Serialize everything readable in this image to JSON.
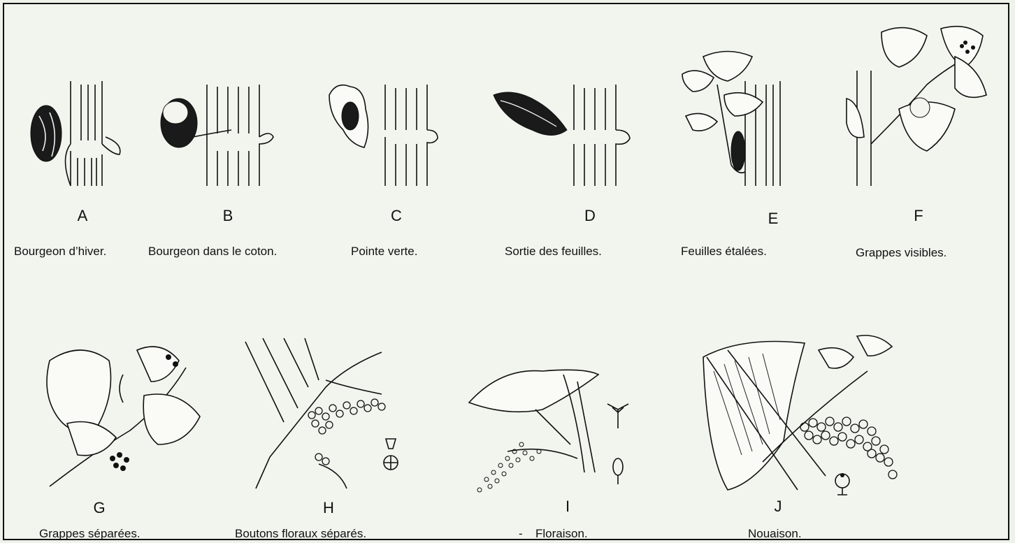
{
  "stages": [
    {
      "letter": "A",
      "caption": "Bourgeon d’hiver.",
      "drawing": "winter-bud"
    },
    {
      "letter": "B",
      "caption": "Bourgeon dans le coton.",
      "drawing": "woolly-bud"
    },
    {
      "letter": "C",
      "caption": "Pointe verte.",
      "drawing": "green-tip"
    },
    {
      "letter": "D",
      "caption": "Sortie des feuilles.",
      "drawing": "leaves-emerging"
    },
    {
      "letter": "E",
      "caption": "Feuilles étalées.",
      "drawing": "leaves-spread"
    },
    {
      "letter": "F",
      "caption": "Grappes visibles.",
      "drawing": "clusters-visible"
    },
    {
      "letter": "G",
      "caption": "Grappes séparées.",
      "drawing": "clusters-separated"
    },
    {
      "letter": "H",
      "caption": "Boutons floraux séparés.",
      "drawing": "flower-buds-separated"
    },
    {
      "letter": "I",
      "caption": "Floraison.",
      "drawing": "flowering",
      "mark": "-"
    },
    {
      "letter": "J",
      "caption": "Nouaison.",
      "drawing": "fruit-set"
    }
  ]
}
